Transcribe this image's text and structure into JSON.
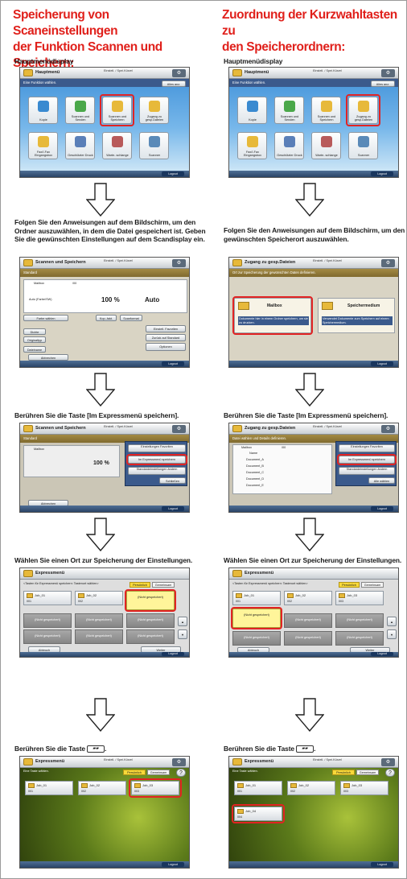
{
  "left": {
    "heading_l1": "Speicherung von Scaneinstellungen",
    "heading_l2": "der Funktion Scannen und Speichern:",
    "s1": "Hauptmenüdisplay",
    "s2": "Folgen Sie den Anweisungen auf dem Bildschirm, um den Ordner auszuwählen, in dem die Datei gespeichert ist. Geben Sie die gewünschten Einstellungen auf dem Scandisplay ein.",
    "s3": "Berühren Sie die Taste [Im Expressmenü speichern].",
    "s4": "Wählen Sie einen Ort zur Speicherung der Einstellungen.",
    "s5": "Berühren Sie die Taste"
  },
  "right": {
    "heading_l1": "Zuordnung der Kurzwahltasten zu",
    "heading_l2": "den Speicherordnern:",
    "s1": "Hauptmenüdisplay",
    "s2": "Folgen Sie den Anweisungen auf dem Bildschirm, um den gewünschten Speicherort auszuwählen.",
    "s3": "Berühren Sie die Taste [Im Expressmenü speichern].",
    "s4": "Wählen Sie einen Ort zur Speicherung der Einstellungen.",
    "s5": "Berühren Sie die Taste"
  },
  "ui": {
    "hauptmenu": "Hauptmenü",
    "einstell": "Einstell. / Spei.Kürzel",
    "funktion_waehlen": "Eine Funktion wählen.",
    "alles_anz": "Alles anz.",
    "kopie": "Kopie",
    "scannen_senden": "Scannen und Senden",
    "scannen_speichern": "Scannen und Speichern",
    "zugang": "Zugang zu gesp.Dateien",
    "faxe": "Fax/I-Fax Eingangsbox",
    "geschuetzt": "Geschützter Druck",
    "warteschlange": "Warte- schlange",
    "scanner": "Scanner",
    "logout": "Logout",
    "scan_title": "Scannen und Speichern",
    "standard": "Standard",
    "mailbox": "Mailbox",
    "mailbox_nr": "/00",
    "auto_farbe": "Auto (Farbe/SW)",
    "percent": "100 %",
    "auto": "Auto",
    "farbe_waehlen": "Farbe wählen",
    "kopierfakt": "Kop.-fakt.",
    "scanformat": "Scanformat",
    "dichte": "Dichte",
    "originaltyp": "Originaltyp",
    "dateiname": "Dateiname",
    "einstell_fav": "Einstell. Favoriten",
    "standard_zurueck": "Zurück auf Standard",
    "optionen": "Optionen",
    "abbrechen": "Abbrechen",
    "popup_fav": "Einstellungen Favoriten",
    "popup_express": "Im Expressmenü speichern",
    "popup_std": "Standardeinstellungen ändern",
    "schliessen": "Schließen",
    "zugang_title": "Zugang zu gesp.Dateien",
    "zugang_hint": "Ort zur Speicherung der gewünschten Daten definieren.",
    "mailbox_desc": "Dokumente hier in einem Ordner speichern, um sie zu drucken.",
    "speichermedium": "Speichermedium",
    "speicher_desc": "Verwendet Dokumente zum Speichern auf einem Speichermedium.",
    "datei_waehlen": "Datei wählen und Details definieren.",
    "name_col": "Name",
    "doc_a": "Document_A",
    "doc_b": "Document_B",
    "doc_c": "Document_C",
    "doc_d": "Document_D",
    "doc_e": "Document_E",
    "alle_waehlen": "Alle wählen",
    "express_title": "Expressmenü",
    "express_hint": "<Tasten für Expressmenü speichern: Tastenort wählen>",
    "persoenlich": "Persönlich",
    "gemeinsam": "Gemeinsam",
    "nicht_gesp": "(Nicht gespeichert)",
    "job01": "Job_01",
    "job02": "Job_02",
    "job03": "Job_03",
    "job04": "Job_04",
    "n001": "001",
    "n002": "002",
    "n003": "003",
    "n004": "004",
    "abbruch": "Abbruch",
    "weiter": "Weiter",
    "taste_waehlen": "Eine Taste wählen."
  }
}
